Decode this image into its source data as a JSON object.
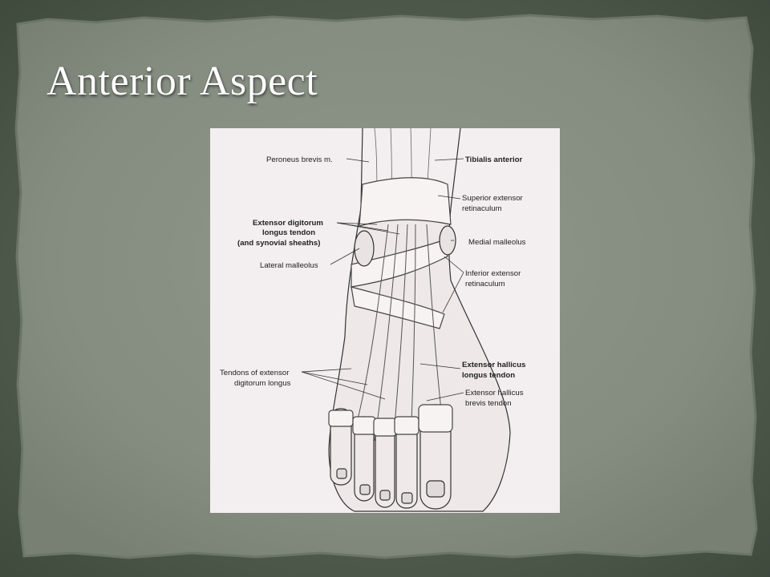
{
  "slide": {
    "title": "Anterior Aspect"
  },
  "figure": {
    "labels": {
      "peroneus_brevis": "Peroneus brevis m.",
      "tibialis_anterior": "Tibialis anterior",
      "superior_retinaculum_1": "Superior extensor",
      "superior_retinaculum_2": "retinaculum",
      "edl_tendon_1": "Extensor digitorum",
      "edl_tendon_2": "longus tendon",
      "edl_tendon_3": "(and synovial sheaths)",
      "medial_malleolus": "Medial malleolus",
      "lateral_malleolus": "Lateral malleolus",
      "inferior_retinaculum_1": "Inferior extensor",
      "inferior_retinaculum_2": "retinaculum",
      "ehl_tendon_1": "Extensor hallicus",
      "ehl_tendon_2": "longus tendon",
      "edl_tendons_1": "Tendons of extensor",
      "edl_tendons_2": "digitorum longus",
      "ehb_tendon_1": "Extensor hallicus",
      "ehb_tendon_2": "brevis tendon"
    }
  }
}
